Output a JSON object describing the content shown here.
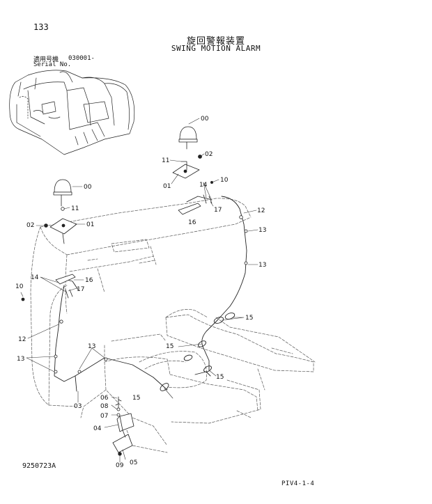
{
  "header": {
    "page_number": "133",
    "title_jp": "旋回警報装置",
    "title_en": "SWING MOTION ALARM",
    "serial_label_jp": "適用号機",
    "serial_label_en": "Serial No.",
    "serial_value": "030001-"
  },
  "footer": {
    "doc_id": "9250723A",
    "page_code": "PIV4-1-4"
  },
  "callouts": [
    "00",
    "11",
    "02",
    "01",
    "14",
    "10",
    "17",
    "16",
    "12",
    "13",
    "15",
    "03",
    "06",
    "08",
    "07",
    "04",
    "09",
    "05"
  ]
}
